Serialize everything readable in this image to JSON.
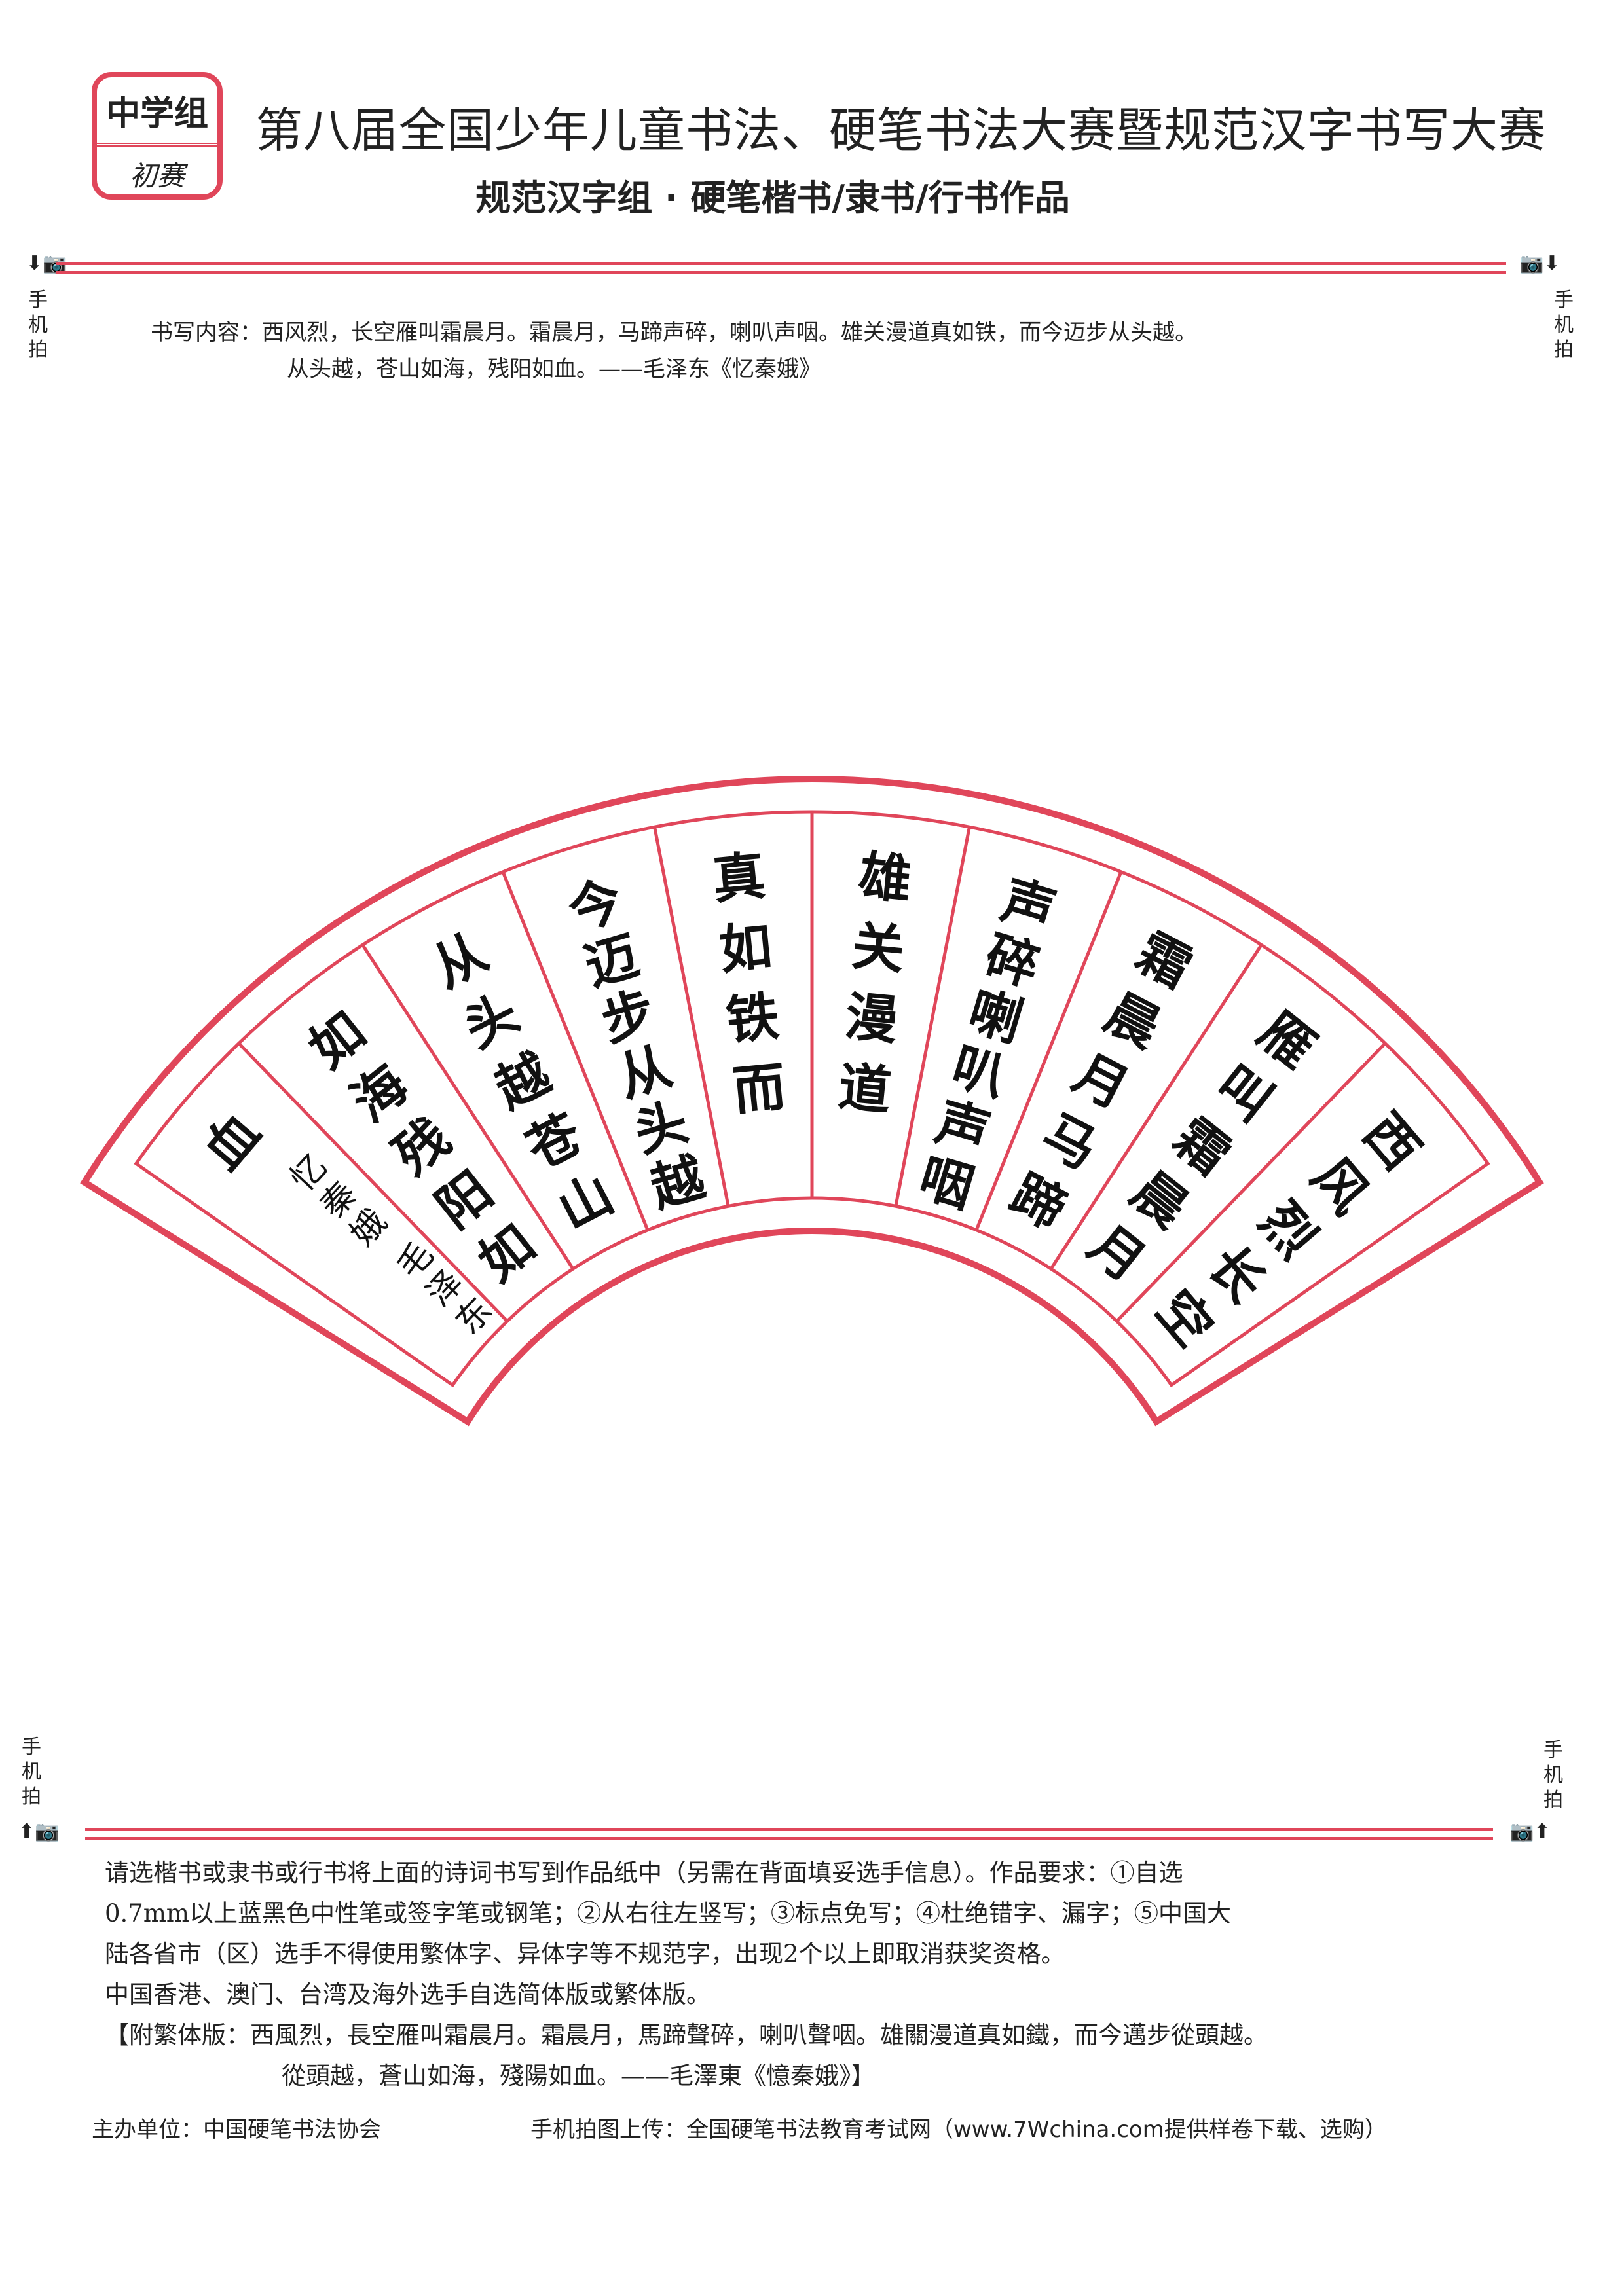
{
  "badge": {
    "group": "中学组",
    "stage": "初赛"
  },
  "header": {
    "title": "第八届全国少年儿童书法、硬笔书法大赛暨规范汉字书写大赛",
    "subtitle": "规范汉字组 · 硬笔楷书/隶书/行书作品"
  },
  "side": {
    "photo_label": "手机拍",
    "camera_mark_top_left": "⬇📷",
    "camera_mark_top_right": "📷⬇",
    "camera_mark_bottom_left": "⬆📷",
    "camera_mark_bottom_right": "📷⬆"
  },
  "content": {
    "label": "书写内容：",
    "line1": "西风烈，长空雁叫霜晨月。霜晨月，马蹄声碎，喇叭声咽。雄关漫道真如铁，而今迈步从头越。",
    "line2": "从头越，苍山如海，残阳如血。——毛泽东《忆秦娥》"
  },
  "fan": {
    "columns": [
      "西风烈长空",
      "雁叫霜晨月",
      "霜晨月马蹄",
      "声碎喇叭声咽",
      "雄关漫道",
      "真如铁而",
      "今迈步从头越",
      "从头越苍山",
      "如海残阳如",
      "血"
    ],
    "signature_title": "忆秦娥",
    "signature_author": "毛泽东"
  },
  "rules": {
    "line1": "请选楷书或隶书或行书将上面的诗词书写到作品纸中（另需在背面填妥选手信息）。作品要求：①自选",
    "line2": "0.7mm以上蓝黑色中性笔或签字笔或钢笔；②从右往左竖写；③标点免写；④杜绝错字、漏字；⑤中国大",
    "line3": "陆各省市（区）选手不得使用繁体字、异体字等不规范字，出现2个以上即取消获奖资格。",
    "line4": "中国香港、澳门、台湾及海外选手自选简体版或繁体版。",
    "line5": "【附繁体版：西風烈，長空雁叫霜晨月。霜晨月，馬蹄聲碎，喇叭聲咽。雄關漫道真如鐵，而今邁步從頭越。",
    "line6": "從頭越，蒼山如海，殘陽如血。——毛澤東《憶秦娥》】"
  },
  "footer": {
    "organizer": "主办单位：中国硬笔书法协会",
    "upload": "手机拍图上传：全国硬笔书法教育考试网（www.7Wchina.com提供样卷下载、选购）"
  },
  "colors": {
    "accent": "#e0465a"
  }
}
